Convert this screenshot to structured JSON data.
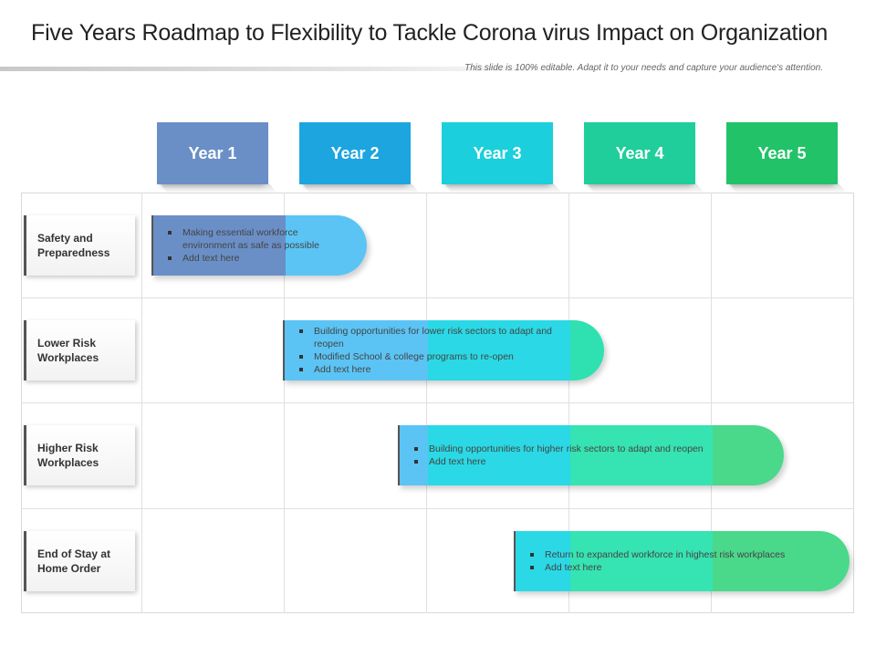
{
  "title": "Five Years Roadmap to Flexibility to Tackle Corona virus Impact on Organization",
  "subtitle": "This slide is 100% editable. Adapt it to your needs and capture your audience's attention.",
  "years": [
    {
      "label": "Year 1",
      "color": "#6a8fc7"
    },
    {
      "label": "Year 2",
      "color": "#1da5e0"
    },
    {
      "label": "Year 3",
      "color": "#1ccfdc"
    },
    {
      "label": "Year 4",
      "color": "#1fce9a"
    },
    {
      "label": "Year 5",
      "color": "#22c268"
    }
  ],
  "rows": [
    {
      "label_line1": "Safety and",
      "label_line2": "Preparedness",
      "bullets": [
        "Making essential workforce environment as safe as possible",
        "Add text here"
      ]
    },
    {
      "label_line1": "Lower Risk",
      "label_line2": "Workplaces",
      "bullets": [
        "Building opportunities for lower risk sectors to adapt and reopen",
        "Modified School & college programs to re-open",
        "Add text here"
      ]
    },
    {
      "label_line1": "Higher Risk",
      "label_line2": "Workplaces",
      "bullets": [
        "Building opportunities for higher risk sectors to adapt and reopen",
        "Add text here"
      ]
    },
    {
      "label_line1": "End of Stay at",
      "label_line2": "Home Order",
      "bullets": [
        "Return to expanded workforce in highest risk workplaces",
        "Add text here"
      ]
    }
  ]
}
